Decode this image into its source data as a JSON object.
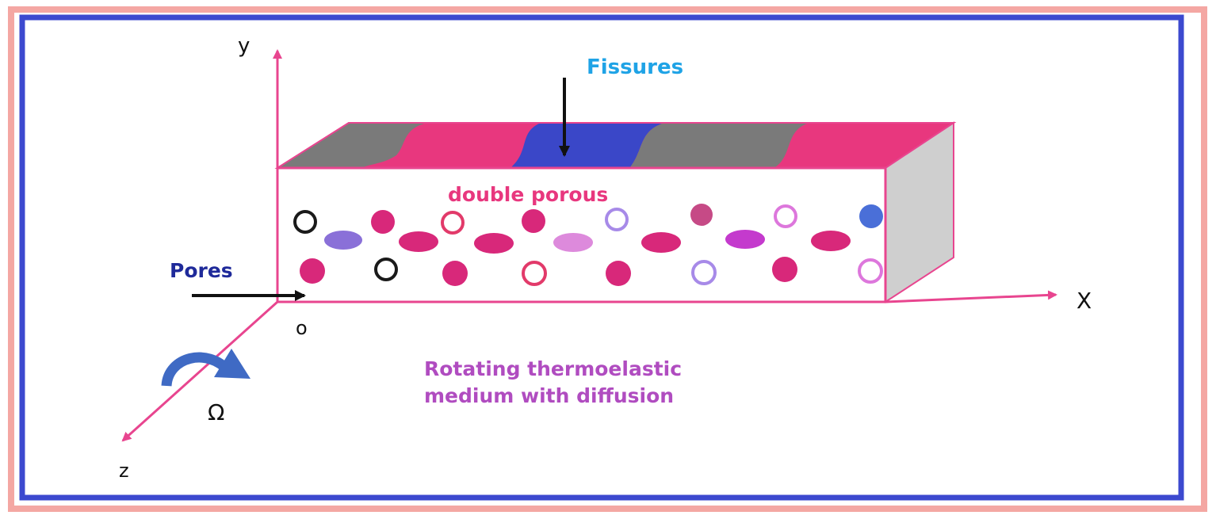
{
  "labels": {
    "axis_y": "y",
    "axis_x": "X",
    "axis_z": "z",
    "origin": "o",
    "omega": "Ω",
    "fissures": "Fissures",
    "pores": "Pores",
    "double_porous": "double porous",
    "medium_line1": "Rotating thermoelastic",
    "medium_line2": "medium with diffusion"
  },
  "colors": {
    "frame_outer": "#f4a7a3",
    "frame_inner": "#3c49cf",
    "axis": "#e8458f",
    "box_edge": "#e8458f",
    "top_pink": "#e8377e",
    "top_gray": "#7a7a7a",
    "top_blue": "#3a47c8",
    "side_face": "#cfcfcf",
    "fissures_text": "#1fa3e6",
    "pores_text": "#1f2a9a",
    "double_porous_text": "#e8377e",
    "medium_text": "#b04cc0",
    "rotation_arrow": "#3f6ac4"
  },
  "pore_palette": [
    "#d8287a",
    "#1a1a1a",
    "#e23a6a",
    "#8a70d8",
    "#a78ae8",
    "#c64a86",
    "#dd77dc",
    "#c43acd",
    "#4a6fd8",
    "#b04cc0",
    "#d8287a",
    "#e0a0e0"
  ]
}
